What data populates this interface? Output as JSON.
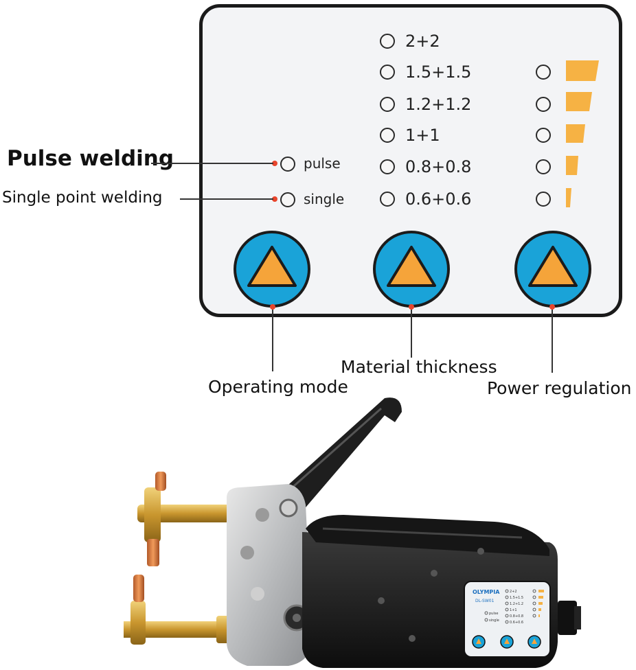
{
  "callouts": {
    "pulse_welding": "Pulse welding",
    "single_point_welding": "Single point welding",
    "operating_mode": "Operating mode",
    "material_thickness": "Material thickness",
    "power_regulation": "Power regulation"
  },
  "panel": {
    "modes": [
      {
        "label": "pulse"
      },
      {
        "label": "single"
      }
    ],
    "thickness_options": [
      {
        "label": "2+2"
      },
      {
        "label": "1.5+1.5"
      },
      {
        "label": "1.2+1.2"
      },
      {
        "label": "1+1"
      },
      {
        "label": "0.8+0.8"
      },
      {
        "label": "0.6+0.6"
      }
    ],
    "power_levels": 5
  },
  "colors": {
    "button_blue": "#1aa3d8",
    "triangle_orange": "#f5a43a",
    "power_bar_orange": "#f6b244",
    "indicator_red": "#e8452c",
    "panel_border": "#1a1a1a"
  },
  "device_label": {
    "brand": "OLYMPIA",
    "model": "DL-SW01",
    "mini_thickness": [
      "2+2",
      "1.5+1.5",
      "1.2+1.2",
      "1+1",
      "0.8+0.8",
      "0.6+0.6"
    ],
    "mini_modes": [
      "pulse",
      "single"
    ]
  }
}
